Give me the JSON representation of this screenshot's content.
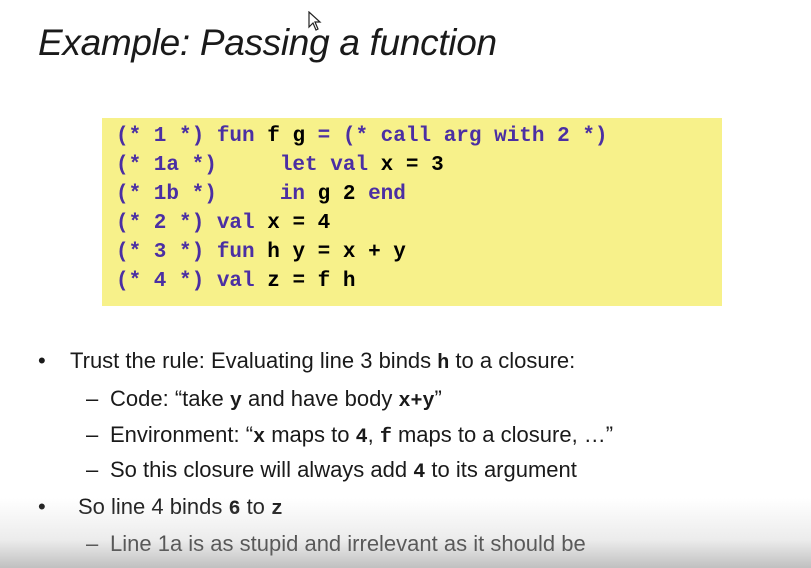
{
  "slide": {
    "title": "Example: Passing a function"
  },
  "code": {
    "lines": [
      {
        "c": "(* 1 *) ",
        "k": "fun ",
        "i": "f g ",
        "r": "= (* call arg with 2 *)"
      },
      {
        "c": "(* 1a *)     ",
        "k": "let val ",
        "i": "x = 3",
        "r": ""
      },
      {
        "c": "(* 1b *)     ",
        "k": "in ",
        "i": "g 2 ",
        "r": "end"
      },
      {
        "c": "(* 2 *) ",
        "k": "val ",
        "i": "x = 4",
        "r": ""
      },
      {
        "c": "(* 3 *) ",
        "k": "fun ",
        "i": "h y = x + y",
        "r": ""
      },
      {
        "c": "(* 4 *) ",
        "k": "val ",
        "i": "z = f h",
        "r": ""
      }
    ]
  },
  "bullets": {
    "b1": {
      "pre": "Trust the rule: Evaluating line 3 binds ",
      "code": "h",
      "post": " to a closure:"
    },
    "b1_1": {
      "pre": "Code: “take ",
      "code1": "y",
      "mid": " and have body ",
      "code2": "x+y",
      "post": "”"
    },
    "b1_2": {
      "pre": "Environment: “",
      "code1": "x",
      "mid1": " maps to ",
      "code2": "4",
      "mid2": ",  ",
      "code3": "f",
      "post": " maps to a closure, …”"
    },
    "b1_3": {
      "pre": "So this closure will always add ",
      "code": "4",
      "post": " to its argument"
    },
    "b2": {
      "pre": "So line 4 binds ",
      "code1": "6",
      "mid": " to ",
      "code2": "z"
    },
    "b2_1": {
      "text": "Line 1a is as stupid and irrelevant as it should be"
    }
  },
  "markers": {
    "dot": "•",
    "dash": "–"
  },
  "icons": {
    "cursor": "mouse-pointer-icon"
  }
}
